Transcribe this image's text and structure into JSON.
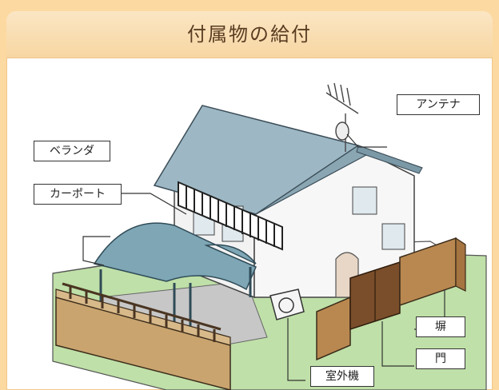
{
  "header": {
    "title": "付属物の給付"
  },
  "labels": {
    "antenna": "アンテナ",
    "veranda": "ベランダ",
    "carport": "カーポート",
    "fence": "塀",
    "gate": "門",
    "outdoor_unit": "室外機"
  }
}
